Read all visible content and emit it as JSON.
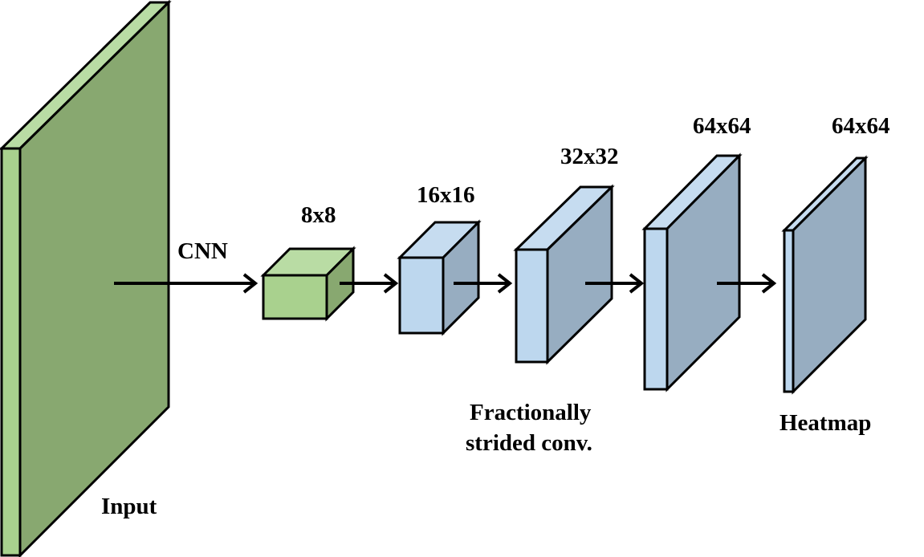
{
  "colors": {
    "green_front": "#A9D18E",
    "green_top": "#B9DCA4",
    "green_side": "#88A870",
    "blue_front": "#BDD7EE",
    "blue_top": "#C6DCF0",
    "blue_side": "#97ADC1",
    "stroke": "#000000"
  },
  "labels": {
    "input": "Input",
    "cnn": "CNN",
    "size_8": "8x8",
    "size_16": "16x16",
    "size_32": "32x32",
    "size_64a": "64x64",
    "size_64b": "64x64",
    "fsc_line1": "Fractionally",
    "fsc_line2": "strided conv.",
    "heatmap": "Heatmap"
  },
  "blocks": [
    {
      "name": "input",
      "color": "green"
    },
    {
      "name": "feature-8x8",
      "color": "green"
    },
    {
      "name": "feature-16x16",
      "color": "blue"
    },
    {
      "name": "feature-32x32",
      "color": "blue"
    },
    {
      "name": "feature-64x64",
      "color": "blue"
    },
    {
      "name": "heatmap-64x64",
      "color": "blue"
    }
  ]
}
